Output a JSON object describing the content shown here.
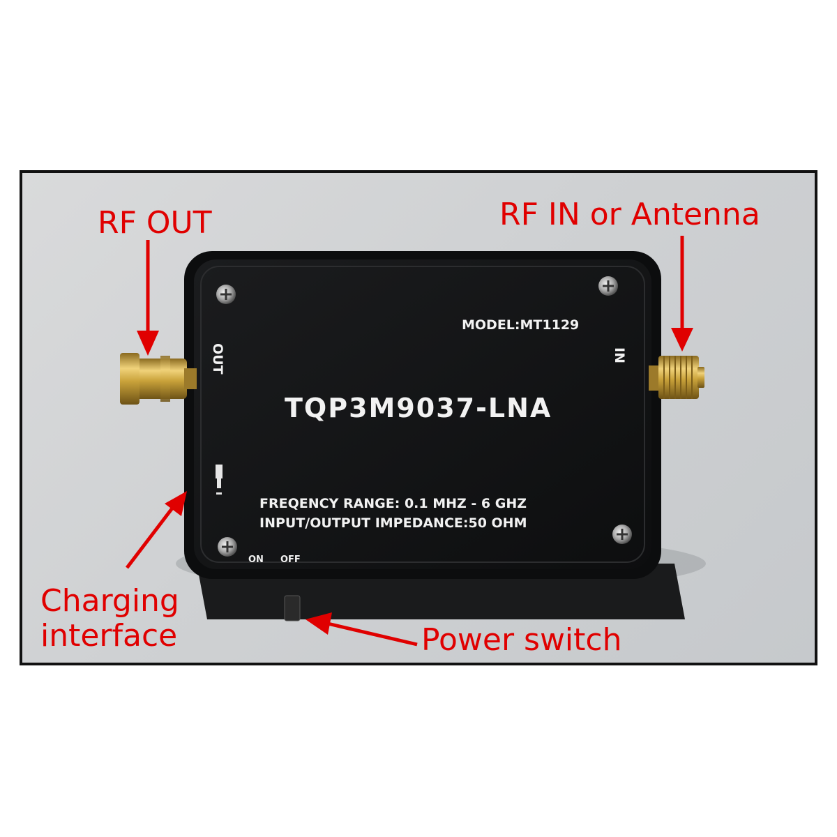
{
  "callouts": {
    "rf_out": "RF OUT",
    "rf_in": "RF IN or Antenna",
    "charging_line1": "Charging",
    "charging_line2": "interface",
    "power_switch": "Power switch"
  },
  "device": {
    "model": "MODEL:MT1129",
    "name": "TQP3M9037-LNA",
    "frequency_range": "FREQENCY RANGE: 0.1 MHZ - 6 GHZ",
    "impedance": "INPUT/OUTPUT IMPEDANCE:50 OHM",
    "port_out": "OUT",
    "port_in": "IN",
    "switch_on": "ON",
    "switch_off": "OFF"
  },
  "colors": {
    "annotation": "#e00000",
    "enclosure": "#121314",
    "connector_gold": "#c9a23a",
    "background": "#cfd1d3"
  }
}
